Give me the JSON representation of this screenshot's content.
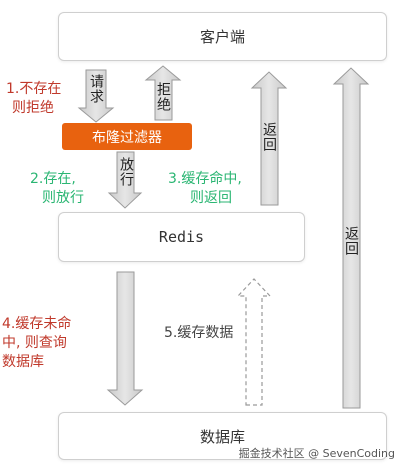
{
  "nodes": {
    "client": "客户端",
    "filter": "布隆过滤器",
    "redis": "Redis",
    "db": "数据库"
  },
  "arrows": {
    "request": "请求",
    "reject": "拒绝",
    "pass": "放行",
    "return1": "返回",
    "return2": "返回"
  },
  "steps": {
    "s1a": "1.不存在",
    "s1b": "则拒绝",
    "s2a": "2.存在,",
    "s2b": "则放行",
    "s3a": "3.缓存命中,",
    "s3b": "则返回",
    "s4a": "4.缓存未命",
    "s4b": "中, 则查询",
    "s4c": "数据库",
    "s5": "5.缓存数据"
  },
  "watermark": "掘金技术社区 @ SevenCoding",
  "colors": {
    "filter": "#e8620f",
    "red_text": "#c0392b",
    "green_text": "#2bb673",
    "arrow_fill": "#d8d8d8"
  }
}
